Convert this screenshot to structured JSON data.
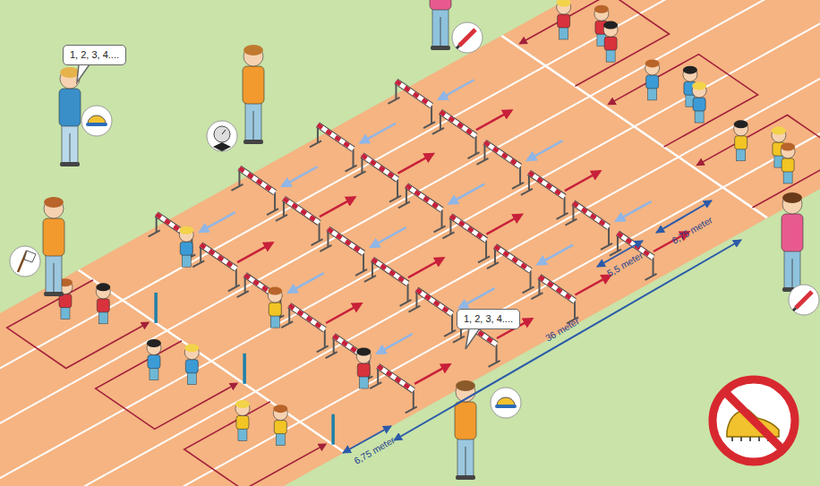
{
  "diagram": {
    "nodes": [
      {
        "text": [
          "1, 2, 3, 4...."
        ]
      },
      {
        "text": [
          "1, 2, 3, 4...."
        ]
      }
    ],
    "labels": [
      "5,5 meter",
      "6,75 meter",
      "36 meter",
      "6,75 meter"
    ]
  }
}
